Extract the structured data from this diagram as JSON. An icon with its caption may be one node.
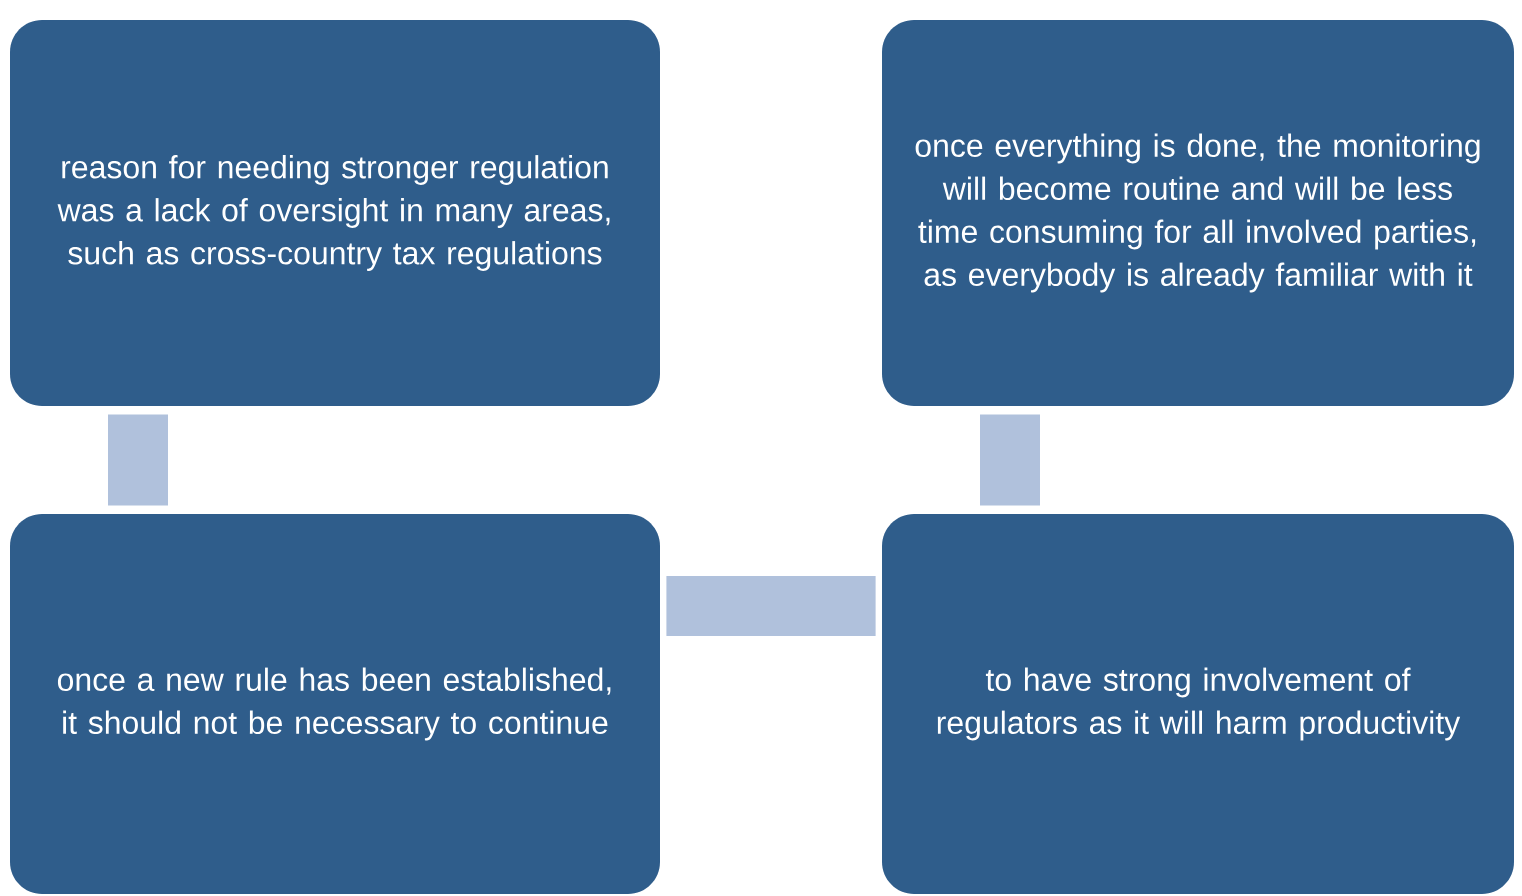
{
  "diagram": {
    "nodes": [
      {
        "text": [
          "reason for needing stronger regulation was a lack of oversight in many areas, such as cross-country tax regulations"
        ]
      },
      {
        "text": [
          "once everything is done, the monitoring will become routine and will be less time consuming for all involved parties, as everybody is already familiar with it"
        ]
      },
      {
        "text": [
          "once a new rule has been established, it should not be necessary to continue"
        ]
      },
      {
        "text": [
          "to have strong involvement of regulators as it will harm productivity"
        ]
      }
    ],
    "edges": [
      {
        "from": 0,
        "to": 2,
        "arrow": "none"
      },
      {
        "from": 2,
        "to": 3,
        "arrow": "none"
      },
      {
        "from": 3,
        "to": 1,
        "arrow": "none"
      }
    ]
  }
}
